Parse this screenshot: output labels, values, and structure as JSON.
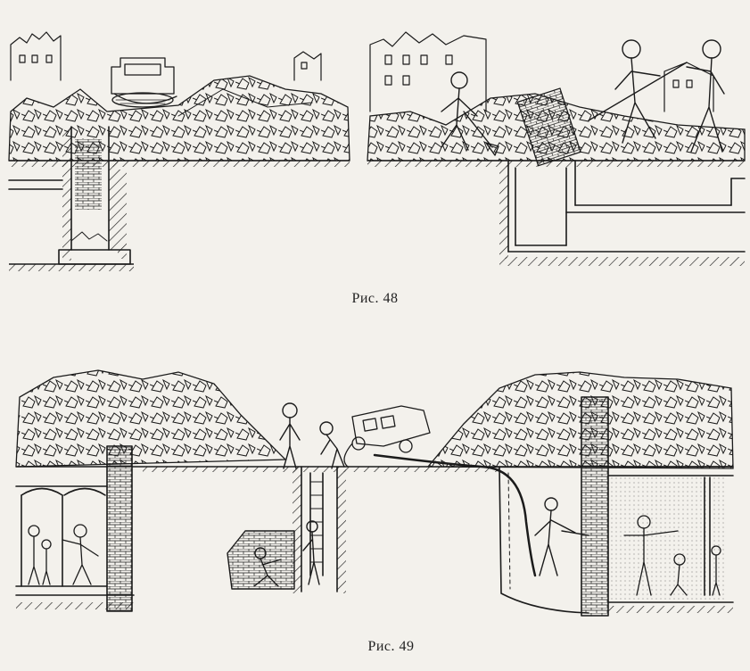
{
  "figures": [
    {
      "id": "fig48",
      "caption": "Рис. 48"
    },
    {
      "id": "fig49",
      "caption": "Рис. 49"
    }
  ],
  "colors": {
    "paper": "#f3f1ec",
    "ink": "#1b1b1b"
  }
}
